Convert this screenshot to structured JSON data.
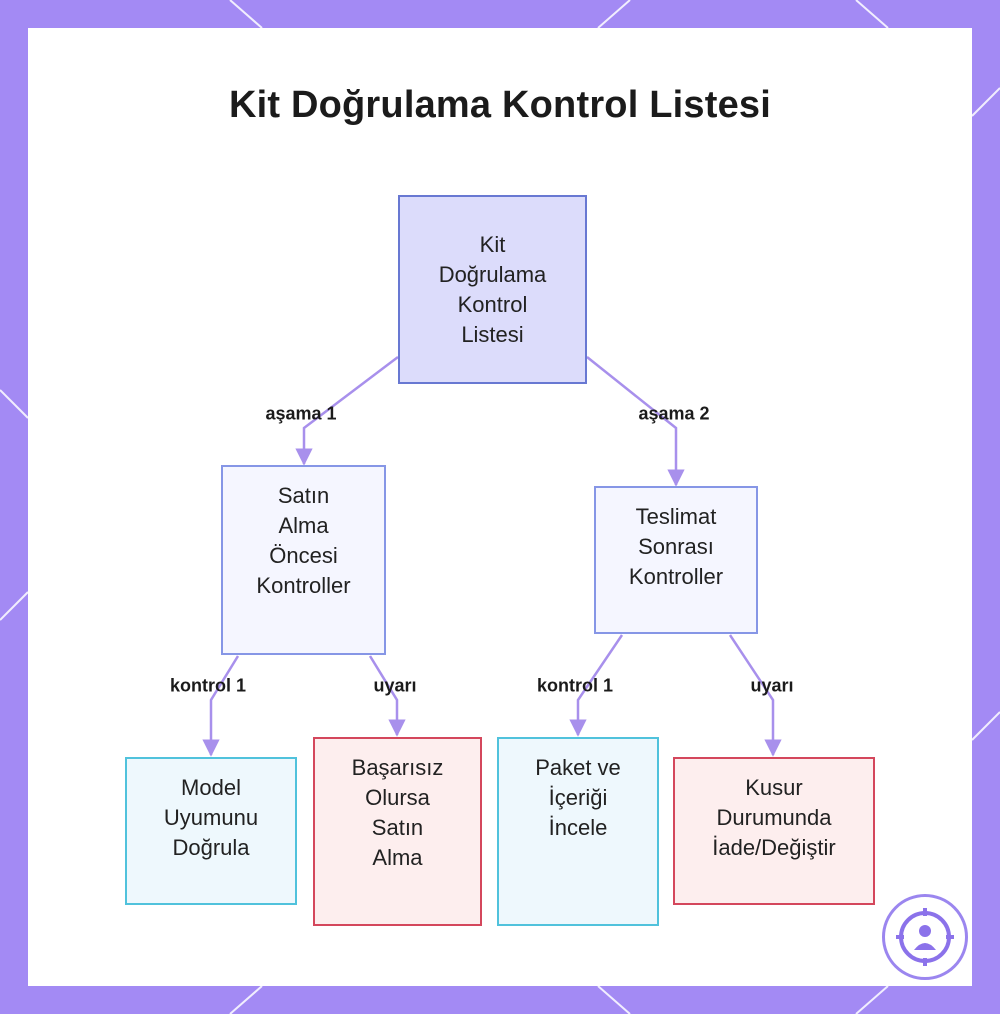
{
  "colors": {
    "frame": "#a38af4",
    "root_fill": "#dcdcfb",
    "root_border": "#6878d2",
    "mid_border": "#8696e6",
    "cyan_border": "#50c2dc",
    "red_border": "#d4475c",
    "connector": "#a890ec"
  },
  "diagram": {
    "title": "Kit Doğrulama Kontrol Listesi",
    "nodes": {
      "root": "Kit\nDoğrulama\nKontrol\nListesi",
      "pre_purchase": "Satın\nAlma\nÖncesi\nKontroller",
      "post_delivery": "Teslimat\nSonrası\nKontroller",
      "verify_model": "Model\nUyumunu\nDoğrula",
      "do_not_buy": "Başarısız\nOlursa\nSatın\nAlma",
      "inspect_package": "Paket ve\nİçeriği\nİncele",
      "return_exchange": "Kusur\nDurumunda\nİade/Değiştir"
    },
    "edges": {
      "stage1": "aşama 1",
      "stage2": "aşama 2",
      "check1_left": "kontrol 1",
      "warning_left": "uyarı",
      "check1_right": "kontrol 1",
      "warning_right": "uyarı"
    }
  },
  "badge": {
    "icon": "target-person-icon"
  }
}
